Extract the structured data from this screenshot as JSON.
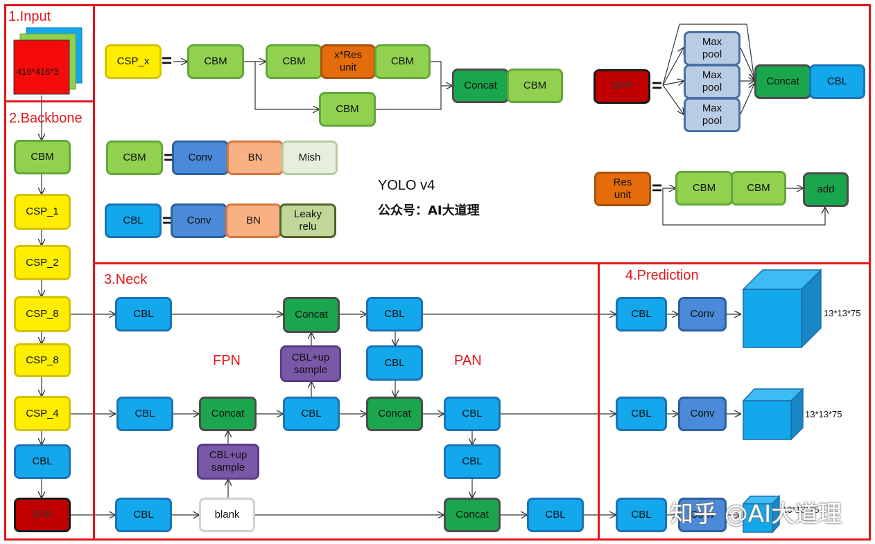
{
  "sections": {
    "input": "1.Input",
    "backbone": "2.Backbone",
    "neck": "3.Neck",
    "prediction": "4.Prediction"
  },
  "input_size": "416*416*3",
  "center_text": {
    "title": "YOLO v4",
    "subtitle": "公众号：AI大道理"
  },
  "legend": {
    "csp_x": {
      "name": "CSP_x",
      "cbm1": "CBM",
      "cbm2": "CBM",
      "res": "x*Res\nunit",
      "cbm3": "CBM",
      "cbm4": "CBM",
      "concat": "Concat",
      "cbm5": "CBM"
    },
    "cbm": {
      "name": "CBM",
      "conv": "Conv",
      "bn": "BN",
      "act": "Mish"
    },
    "cbl": {
      "name": "CBL",
      "conv": "Conv",
      "bn": "BN",
      "act": "Leaky\nrelu"
    },
    "spp": {
      "name": "SPP",
      "pool1": "Max\npool",
      "pool2": "Max\npool",
      "pool3": "Max\npool",
      "concat": "Concat",
      "cbl": "CBL"
    },
    "res": {
      "name": "Res\nunit",
      "cbm1": "CBM",
      "cbm2": "CBM",
      "add": "add"
    }
  },
  "backbone": [
    "CBM",
    "CSP_1",
    "CSP_2",
    "CSP_8",
    "CSP_8",
    "CSP_4",
    "CBL",
    "SPP"
  ],
  "neck": {
    "fpn_label": "FPN",
    "pan_label": "PAN",
    "row1_cbl": "CBL",
    "row1_concat": "Concat",
    "row1_upsample": "CBL+up\nsample",
    "row1_cbl_out": "CBL",
    "row1_cbl_down": "CBL",
    "row2_cbl": "CBL",
    "row2_concat": "Concat",
    "row2_upsample": "CBL+up\nsample",
    "row2_cbl_mid": "CBL",
    "row2_concat2": "Concat",
    "row2_cbl_out": "CBL",
    "row2_cbl_down": "CBL",
    "row3_cbl": "CBL",
    "row3_blank": "blank",
    "row3_concat": "Concat",
    "row3_cbl_out": "CBL"
  },
  "prediction": {
    "heads": [
      {
        "cbl": "CBL",
        "conv": "Conv",
        "size": "13*13*75"
      },
      {
        "cbl": "CBL",
        "conv": "Conv",
        "size": "13*13*75"
      },
      {
        "cbl": "CBL",
        "conv": "Conv",
        "size": "13*13*75"
      }
    ]
  },
  "watermark": "知乎 @AI大道理",
  "colors": {
    "frame": "#e3161b",
    "cbm": "#92d050",
    "cbl": "#13a7ec",
    "csp": "#ffee00",
    "concat": "#1aa64d",
    "spp": "#c00000",
    "res_unit": "#e46c0a",
    "conv": "#4a8ad8",
    "bn": "#f9b183",
    "upsample": "#7a58a8",
    "max_pool": "#b8cce4",
    "cube": "#13a7ec"
  }
}
